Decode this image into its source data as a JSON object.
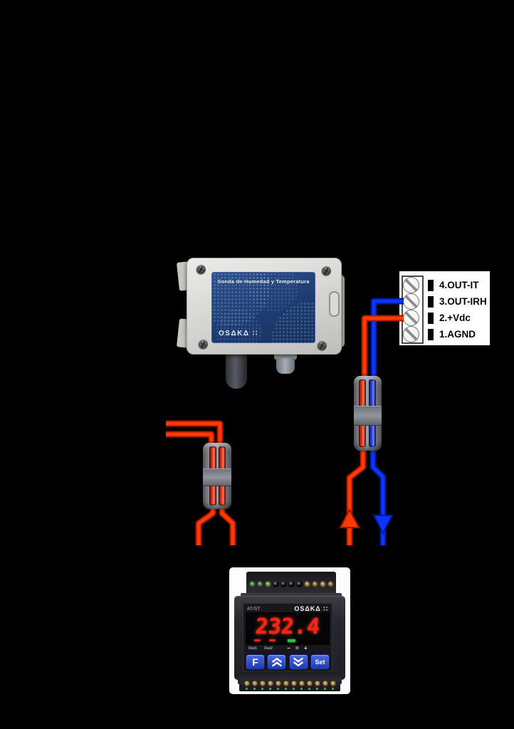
{
  "colors": {
    "background": "#000000",
    "wire_red": "#ff3b00",
    "wire_blue": "#0b35ff",
    "sensor_panel_blue": "#23457c",
    "display_red": "#ff2315",
    "button_blue": "#2b49c4"
  },
  "sensor": {
    "title": "Sonda de Humedad y Temperatura",
    "brand_logo": "OSΔKΔ ∷"
  },
  "terminal_block": {
    "pins": [
      {
        "label": "4.OUT-IT"
      },
      {
        "label": "3.OUT-IRH"
      },
      {
        "label": "2.+Vdc"
      },
      {
        "label": "1.AGND"
      }
    ]
  },
  "controller": {
    "model_label": "AT/ST",
    "brand_logo": "OSΔKΔ ∷",
    "display_value": "232.4",
    "out1_label": "Out1",
    "out2_label": "Out2",
    "adjust_symbols": {
      "minus": "−",
      "equal": "=",
      "plus": "+"
    },
    "buttons": {
      "f": "F",
      "set": "Set"
    },
    "top_terminal_colors": [
      "#4a8a42",
      "#3f7d39",
      "#79913f",
      "#101014",
      "#101014",
      "#101014",
      "#101014",
      "#a3823c",
      "#8f7433",
      "#ab8a41",
      "#937936"
    ],
    "bottom_terminal": {
      "count": 12,
      "color": "#b18a3e"
    }
  }
}
